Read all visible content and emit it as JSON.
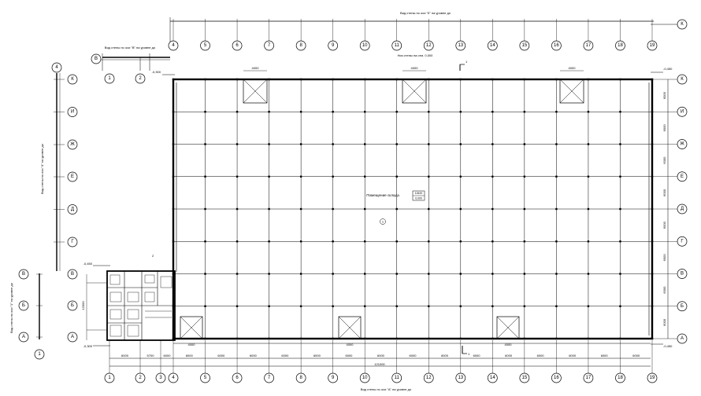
{
  "drawing": {
    "top_note": "Вид стены по оси \"К\" на уровне до",
    "bottom_note": "Вид стены по оси \"А\" на уровне до",
    "left_note": "Вид стены по оси \"4\" на уровне до",
    "left_note2": "Вид стены по оси \"1\" на уровне до",
    "small_note": "Вид стены по оси \"В\" на уровне до",
    "level_note": "Низ стены на отм. 0,000",
    "room_label": "Помещение склада",
    "room_tag": "1",
    "room_area_1": "12620",
    "room_area_2": "0,000",
    "level_left_top": "-0,300",
    "level_right_top": "-0,450",
    "level_left_bottom": "-0,300",
    "level_right_bottom": "-0,450",
    "level_office": "-0,450",
    "total_dim": "121000",
    "office_total": "12000",
    "section_mark": "1",
    "section_mark_b": "2"
  },
  "axes": {
    "top": [
      "4",
      "5",
      "6",
      "7",
      "8",
      "9",
      "10",
      "11",
      "12",
      "13",
      "14",
      "15",
      "16",
      "17",
      "18",
      "19"
    ],
    "top_end": "К",
    "bottom": [
      "1",
      "2",
      "3",
      "4",
      "5",
      "6",
      "7",
      "8",
      "9",
      "10",
      "11",
      "12",
      "13",
      "14",
      "15",
      "16",
      "17",
      "18",
      "19"
    ],
    "right": [
      "К",
      "И",
      "Ж",
      "Е",
      "Д",
      "Г",
      "В",
      "Б",
      "А"
    ],
    "left": [
      "К",
      "И",
      "Ж",
      "Е",
      "Д",
      "Г"
    ],
    "left_top_num": "4",
    "office_left": [
      "В",
      "Б",
      "А"
    ],
    "office_top": [
      "1",
      "2"
    ],
    "office_top_end": "В",
    "far_left": [
      "В",
      "Б",
      "А"
    ],
    "far_left_num": "1"
  },
  "dims": {
    "bottom_spans": [
      "6000",
      "5700",
      "6000",
      "6000",
      "6000",
      "6000",
      "6000",
      "6000",
      "6000",
      "6000",
      "6000",
      "6000",
      "6000",
      "6000",
      "6000",
      "6000",
      "6000",
      "6000"
    ],
    "right_spans": [
      "6000",
      "6000",
      "6000",
      "6000",
      "6000",
      "6000",
      "6000",
      "6000"
    ],
    "gate_widths": [
      "4000",
      "4000",
      "4000"
    ],
    "door_widths": [
      "4000",
      "4000",
      "4000"
    ]
  }
}
